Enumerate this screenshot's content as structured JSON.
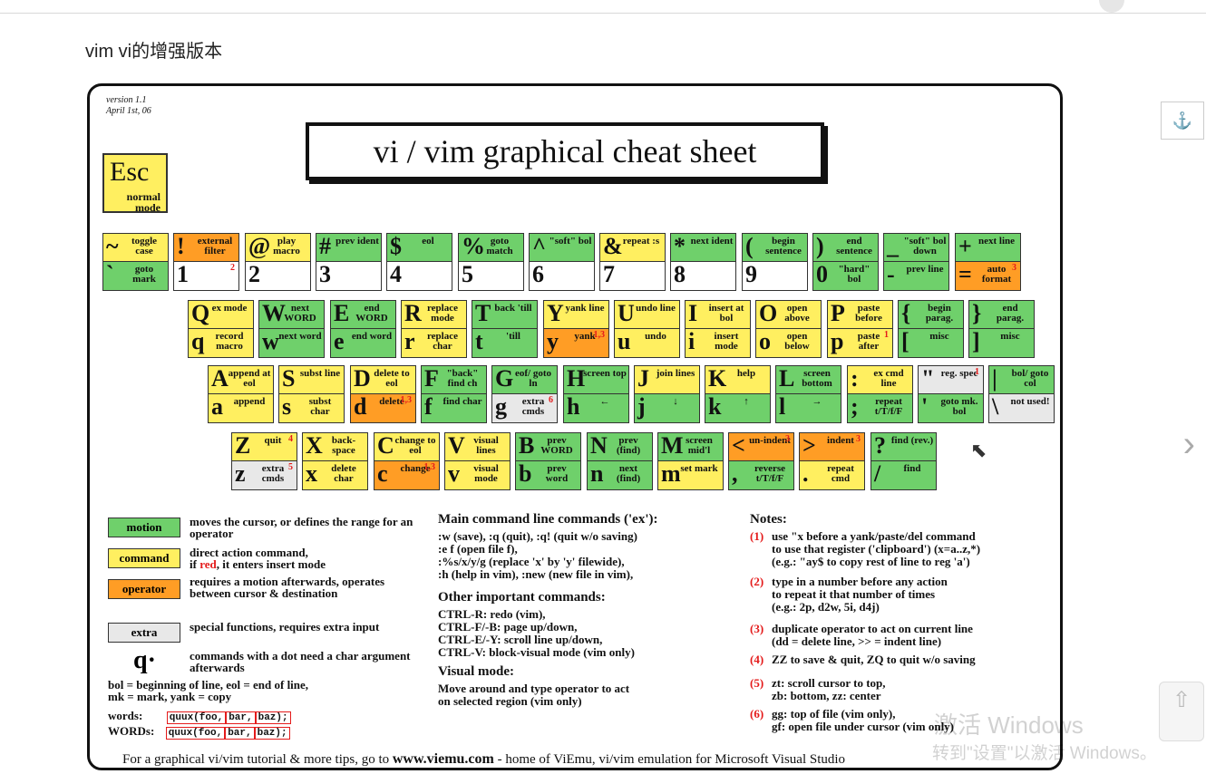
{
  "page": {
    "heading": "vim vi的增强版本",
    "anchor_icon": "⚓",
    "next_icon": "›"
  },
  "sheet": {
    "version_line1": "version 1.1",
    "version_line2": "April 1st, 06",
    "title": "vi / vim graphical cheat sheet",
    "esc": {
      "glyph": "Esc",
      "desc1": "normal",
      "desc2": "mode"
    },
    "rows": [
      [
        {
          "top": {
            "g": "~",
            "d": "toggle case",
            "c": "command"
          },
          "bot": {
            "g": "`",
            "d": "goto mark",
            "c": "motion"
          }
        },
        {
          "top": {
            "g": "!",
            "d": "external filter",
            "c": "operator"
          },
          "bot": {
            "g": "1",
            "d": "",
            "c": "empty",
            "s": "2"
          }
        },
        {
          "top": {
            "g": "@",
            "d": "play macro",
            "c": "command"
          },
          "bot": {
            "g": "2",
            "d": "",
            "c": "empty"
          }
        },
        {
          "top": {
            "g": "#",
            "d": "prev ident",
            "c": "motion"
          },
          "bot": {
            "g": "3",
            "d": "",
            "c": "empty"
          }
        },
        {
          "top": {
            "g": "$",
            "d": "eol",
            "c": "motion"
          },
          "bot": {
            "g": "4",
            "d": "",
            "c": "empty"
          }
        },
        {
          "top": {
            "g": "%",
            "d": "goto match",
            "c": "motion"
          },
          "bot": {
            "g": "5",
            "d": "",
            "c": "empty"
          }
        },
        {
          "top": {
            "g": "^",
            "d": "\"soft\" bol",
            "c": "motion"
          },
          "bot": {
            "g": "6",
            "d": "",
            "c": "empty"
          }
        },
        {
          "top": {
            "g": "&",
            "d": "repeat :s",
            "c": "command"
          },
          "bot": {
            "g": "7",
            "d": "",
            "c": "empty"
          }
        },
        {
          "top": {
            "g": "*",
            "d": "next ident",
            "c": "motion"
          },
          "bot": {
            "g": "8",
            "d": "",
            "c": "empty"
          }
        },
        {
          "top": {
            "g": "(",
            "d": "begin sentence",
            "c": "motion"
          },
          "bot": {
            "g": "9",
            "d": "",
            "c": "empty"
          }
        },
        {
          "top": {
            "g": ")",
            "d": "end sentence",
            "c": "motion"
          },
          "bot": {
            "g": "0",
            "d": "\"hard\" bol",
            "c": "motion"
          }
        },
        {
          "top": {
            "g": "_",
            "d": "\"soft\" bol down",
            "c": "motion"
          },
          "bot": {
            "g": "-",
            "d": "prev line",
            "c": "motion"
          }
        },
        {
          "top": {
            "g": "+",
            "d": "next line",
            "c": "motion"
          },
          "bot": {
            "g": "=",
            "d": "auto format",
            "c": "operator",
            "s": "3"
          }
        }
      ],
      [
        {
          "top": {
            "g": "Q",
            "d": "ex mode",
            "c": "command"
          },
          "bot": {
            "g": "q",
            "d": "record macro",
            "c": "command"
          }
        },
        {
          "top": {
            "g": "W",
            "d": "next WORD",
            "c": "motion"
          },
          "bot": {
            "g": "w",
            "d": "next word",
            "c": "motion"
          }
        },
        {
          "top": {
            "g": "E",
            "d": "end WORD",
            "c": "motion"
          },
          "bot": {
            "g": "e",
            "d": "end word",
            "c": "motion"
          }
        },
        {
          "top": {
            "g": "R",
            "d": "replace mode",
            "c": "command"
          },
          "bot": {
            "g": "r",
            "d": "replace char",
            "c": "command"
          }
        },
        {
          "top": {
            "g": "T",
            "d": "back 'till",
            "c": "motion"
          },
          "bot": {
            "g": "t",
            "d": "'till",
            "c": "motion"
          }
        },
        {
          "top": {
            "g": "Y",
            "d": "yank line",
            "c": "command"
          },
          "bot": {
            "g": "y",
            "d": "yank",
            "c": "operator",
            "s": "1,3"
          }
        },
        {
          "top": {
            "g": "U",
            "d": "undo line",
            "c": "command"
          },
          "bot": {
            "g": "u",
            "d": "undo",
            "c": "command"
          }
        },
        {
          "top": {
            "g": "I",
            "d": "insert at bol",
            "c": "command"
          },
          "bot": {
            "g": "i",
            "d": "insert mode",
            "c": "command"
          }
        },
        {
          "top": {
            "g": "O",
            "d": "open above",
            "c": "command"
          },
          "bot": {
            "g": "o",
            "d": "open below",
            "c": "command"
          }
        },
        {
          "top": {
            "g": "P",
            "d": "paste before",
            "c": "command"
          },
          "bot": {
            "g": "p",
            "d": "paste after",
            "c": "command",
            "s": "1"
          }
        },
        {
          "top": {
            "g": "{",
            "d": "begin parag.",
            "c": "motion"
          },
          "bot": {
            "g": "[",
            "d": "misc",
            "c": "motion"
          }
        },
        {
          "top": {
            "g": "}",
            "d": "end parag.",
            "c": "motion"
          },
          "bot": {
            "g": "]",
            "d": "misc",
            "c": "motion"
          }
        }
      ],
      [
        {
          "top": {
            "g": "A",
            "d": "append at eol",
            "c": "command"
          },
          "bot": {
            "g": "a",
            "d": "append",
            "c": "command"
          }
        },
        {
          "top": {
            "g": "S",
            "d": "subst line",
            "c": "command"
          },
          "bot": {
            "g": "s",
            "d": "subst char",
            "c": "command"
          }
        },
        {
          "top": {
            "g": "D",
            "d": "delete to eol",
            "c": "command"
          },
          "bot": {
            "g": "d",
            "d": "delete",
            "c": "operator",
            "s": "1,3"
          }
        },
        {
          "top": {
            "g": "F",
            "d": "\"back\" find ch",
            "c": "motion"
          },
          "bot": {
            "g": "f",
            "d": "find char",
            "c": "motion"
          }
        },
        {
          "top": {
            "g": "G",
            "d": "eof/ goto ln",
            "c": "motion"
          },
          "bot": {
            "g": "g",
            "d": "extra cmds",
            "c": "extra",
            "s": "6"
          }
        },
        {
          "top": {
            "g": "H",
            "d": "screen top",
            "c": "motion"
          },
          "bot": {
            "g": "h",
            "d": "←",
            "c": "motion"
          }
        },
        {
          "top": {
            "g": "J",
            "d": "join lines",
            "c": "command"
          },
          "bot": {
            "g": "j",
            "d": "↓",
            "c": "motion"
          }
        },
        {
          "top": {
            "g": "K",
            "d": "help",
            "c": "command"
          },
          "bot": {
            "g": "k",
            "d": "↑",
            "c": "motion"
          }
        },
        {
          "top": {
            "g": "L",
            "d": "screen bottom",
            "c": "motion"
          },
          "bot": {
            "g": "l",
            "d": "→",
            "c": "motion"
          }
        },
        {
          "top": {
            "g": ":",
            "d": "ex cmd line",
            "c": "command"
          },
          "bot": {
            "g": ";",
            "d": "repeat t/T/f/F",
            "c": "motion"
          }
        },
        {
          "top": {
            "g": "\"",
            "d": "reg. spec",
            "c": "extra",
            "s": "1"
          },
          "bot": {
            "g": "'",
            "d": "goto mk. bol",
            "c": "motion"
          }
        },
        {
          "top": {
            "g": "|",
            "d": "bol/ goto col",
            "c": "motion"
          },
          "bot": {
            "g": "\\",
            "d": "not used!",
            "c": "extra"
          }
        }
      ],
      [
        {
          "top": {
            "g": "Z",
            "d": "quit",
            "c": "command",
            "s": "4"
          },
          "bot": {
            "g": "z",
            "d": "extra cmds",
            "c": "extra",
            "s": "5"
          }
        },
        {
          "top": {
            "g": "X",
            "d": "back-space",
            "c": "command"
          },
          "bot": {
            "g": "x",
            "d": "delete char",
            "c": "command"
          }
        },
        {
          "top": {
            "g": "C",
            "d": "change to eol",
            "c": "command"
          },
          "bot": {
            "g": "c",
            "d": "change",
            "c": "operator",
            "s": "1,3"
          }
        },
        {
          "top": {
            "g": "V",
            "d": "visual lines",
            "c": "command"
          },
          "bot": {
            "g": "v",
            "d": "visual mode",
            "c": "command"
          }
        },
        {
          "top": {
            "g": "B",
            "d": "prev WORD",
            "c": "motion"
          },
          "bot": {
            "g": "b",
            "d": "prev word",
            "c": "motion"
          }
        },
        {
          "top": {
            "g": "N",
            "d": "prev (find)",
            "c": "motion"
          },
          "bot": {
            "g": "n",
            "d": "next (find)",
            "c": "motion"
          }
        },
        {
          "top": {
            "g": "M",
            "d": "screen mid'l",
            "c": "motion"
          },
          "bot": {
            "g": "m",
            "d": "set mark",
            "c": "command"
          }
        },
        {
          "top": {
            "g": "<",
            "d": "un-indent",
            "c": "operator",
            "s": "3"
          },
          "bot": {
            "g": ",",
            "d": "reverse t/T/f/F",
            "c": "motion"
          }
        },
        {
          "top": {
            "g": ">",
            "d": "indent",
            "c": "operator",
            "s": "3"
          },
          "bot": {
            "g": ".",
            "d": "repeat cmd",
            "c": "command"
          }
        },
        {
          "top": {
            "g": "?",
            "d": "find (rev.)",
            "c": "motion"
          },
          "bot": {
            "g": "/",
            "d": "find",
            "c": "motion"
          }
        }
      ]
    ],
    "legend": {
      "motion": {
        "label": "motion",
        "text": "moves the cursor, or defines the range for an operator"
      },
      "command": {
        "label": "command",
        "text_a": "direct action command,",
        "text_b": "if ",
        "text_red": "red",
        "text_c": ", it enters insert mode"
      },
      "operator": {
        "label": "operator",
        "text": "requires a motion afterwards, operates between cursor & destination"
      },
      "extra": {
        "label": "extra",
        "text": "special functions, requires extra input"
      },
      "dot": {
        "glyph": "q·",
        "text": "commands with a dot need a char argument afterwards"
      },
      "abbr1": "bol = beginning of line, eol = end of line,",
      "abbr2": "mk = mark, yank = copy",
      "words_label": "words:",
      "words_items": [
        "quux(foo,",
        "bar,",
        "baz);"
      ],
      "WORDs_label": "WORDs:",
      "WORDs_items": [
        "quux(foo,",
        "bar,",
        "baz);"
      ]
    },
    "main_cmds": {
      "title": "Main command line commands ('ex'):",
      "lines": ":w (save), :q (quit), :q! (quit w/o saving)\n:e f (open file f),\n:%s/x/y/g (replace 'x' by 'y' filewide),\n:h (help in vim), :new (new file in vim),"
    },
    "other_cmds": {
      "title": "Other important commands:",
      "lines": "CTRL-R: redo (vim),\nCTRL-F/-B: page up/down,\nCTRL-E/-Y: scroll line up/down,\nCTRL-V: block-visual mode (vim only)"
    },
    "visual": {
      "title": "Visual mode:",
      "lines": "Move around and type operator to act\non selected region (vim only)"
    },
    "notes": {
      "title": "Notes:",
      "items": [
        {
          "n": "(1)",
          "t": "use \"x before a yank/paste/del command\nto use that register ('clipboard') (x=a..z,*)\n(e.g.: \"ay$ to copy rest of line to reg 'a')"
        },
        {
          "n": "(2)",
          "t": "type in a number before any action\nto repeat it that number of times\n(e.g.: 2p, d2w, 5i, d4j)"
        },
        {
          "n": "(3)",
          "t": "duplicate operator to act on current line\n(dd = delete line, >> = indent line)"
        },
        {
          "n": "(4)",
          "t": "ZZ to save & quit, ZQ to quit w/o saving"
        },
        {
          "n": "(5)",
          "t": "zt: scroll cursor to top,\nzb: bottom, zz: center"
        },
        {
          "n": "(6)",
          "t": "gg: top of file (vim only),\ngf: open file under cursor (vim only)"
        }
      ]
    },
    "footer": {
      "pre": "For a graphical vi/vim tutorial & more tips, go to ",
      "url": "www.viemu.com",
      "post": " - home of ViEmu, vi/vim emulation for Microsoft Visual Studio"
    }
  },
  "overlay": {
    "watermark1": "激活 Windows",
    "watermark2": "转到\"设置\"以激活 Windows。"
  }
}
